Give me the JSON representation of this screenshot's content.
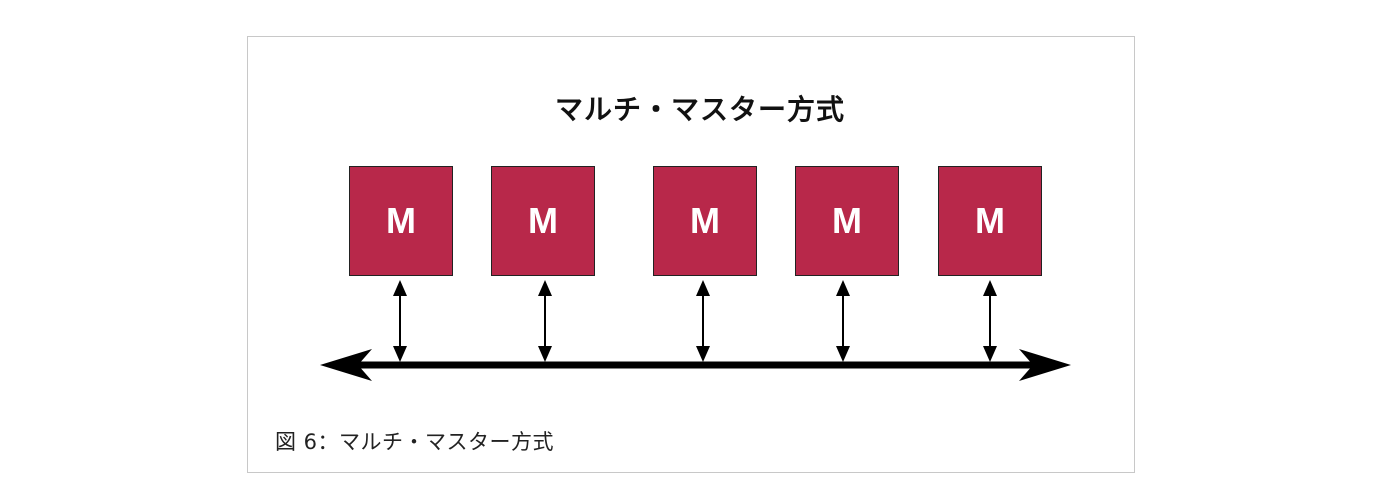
{
  "diagram": {
    "title": "マルチ・マスター方式",
    "masters": [
      {
        "label": "M"
      },
      {
        "label": "M"
      },
      {
        "label": "M"
      },
      {
        "label": "M"
      },
      {
        "label": "M"
      }
    ],
    "caption": "図 6：マルチ・マスター方式",
    "colors": {
      "master_fill": "#b8284a",
      "master_text": "#ffffff",
      "bus": "#000000"
    }
  }
}
